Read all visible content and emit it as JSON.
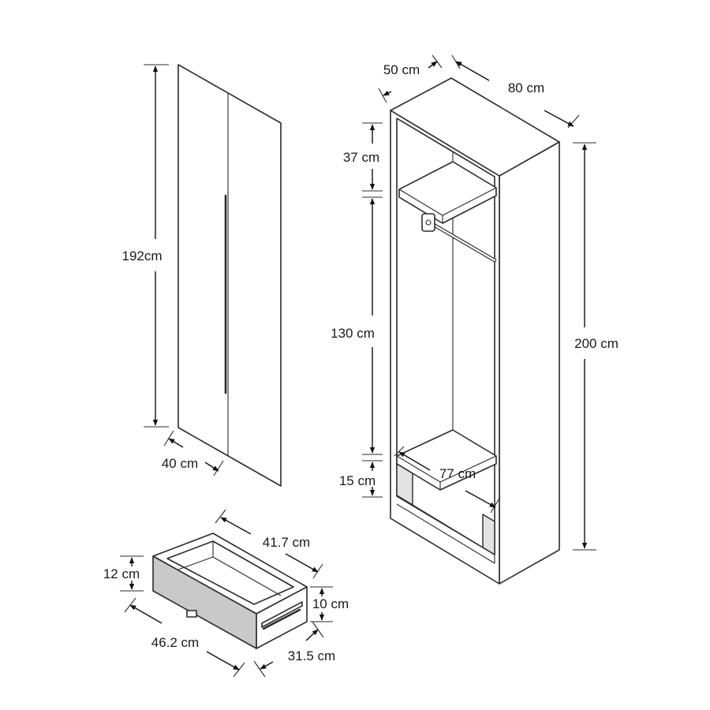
{
  "door": {
    "height_label": "192cm",
    "width_label": "40 cm"
  },
  "wardrobe": {
    "depth_label": "50 cm",
    "width_label": "80 cm",
    "top_section_label": "37 cm",
    "hanging_section_label": "130 cm",
    "drawer_opening_label": "15 cm",
    "inner_width_label": "77 cm",
    "total_height_label": "200 cm"
  },
  "drawer": {
    "inner_length_label": "41.7 cm",
    "side_height_label": "12 cm",
    "front_height_label": "10 cm",
    "front_width_label": "46.2 cm",
    "depth_label": "31.5 cm"
  },
  "colors": {
    "line": "#2b2b2b",
    "drawer_front": "#c9c9c9",
    "background": "#ffffff"
  }
}
